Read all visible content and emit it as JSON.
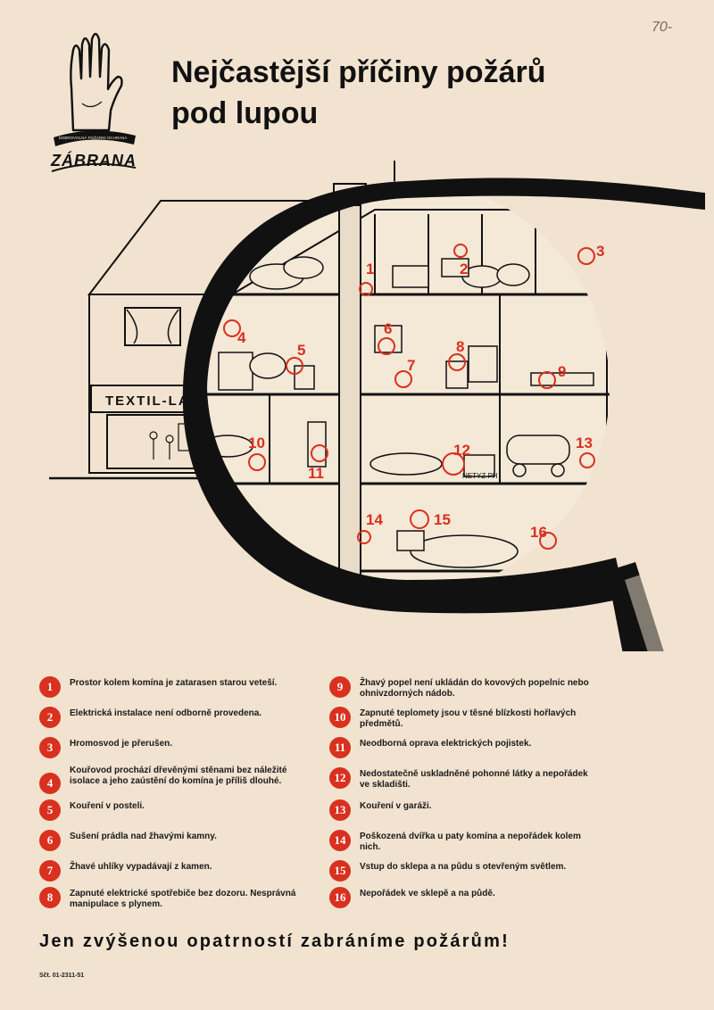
{
  "header": {
    "logo_text": "ZÁBRANA",
    "logo_subtitle": "DOBROVOLNÁ POŽÁRNÍ OCHRANA",
    "title_line1": "Nejčastější příčiny požárů",
    "title_line2": "pod lupou",
    "archive_mark": "70-"
  },
  "illustration": {
    "shop_sign": "TEXTIL-LA",
    "crate_label": "NETYZ PH",
    "numbers": [
      "1",
      "2",
      "3",
      "4",
      "5",
      "6",
      "7",
      "8",
      "9",
      "10",
      "11",
      "12",
      "13",
      "14",
      "15",
      "16"
    ]
  },
  "legend": {
    "items": [
      {
        "num": "1",
        "text": "Prostor kolem komína je zatarasen starou veteší."
      },
      {
        "num": "2",
        "text": "Elektrická instalace není odborně provedena."
      },
      {
        "num": "3",
        "text": "Hromosvod je přerušen."
      },
      {
        "num": "4",
        "text": "Kouřovod prochází dřevěnými stěnami bez náležité isolace a jeho zaústění do komína je příliš dlouhé."
      },
      {
        "num": "5",
        "text": "Kouření v posteli."
      },
      {
        "num": "6",
        "text": "Sušení prádla nad žhavými kamny."
      },
      {
        "num": "7",
        "text": "Žhavé uhlíky vypadávají z kamen."
      },
      {
        "num": "8",
        "text": "Zapnuté elektrické spotřebiče bez dozoru. Nesprávná manipulace s plynem."
      },
      {
        "num": "9",
        "text": "Žhavý popel není ukládán do kovových popelnic nebo ohnivzdorných nádob."
      },
      {
        "num": "10",
        "text": "Zapnuté teplomety jsou v těsné blízkosti hořlavých předmětů."
      },
      {
        "num": "11",
        "text": "Neodborná oprava elektrických pojistek."
      },
      {
        "num": "12",
        "text": "Nedostatečně uskladněné pohonné látky a nepořádek ve skladišti."
      },
      {
        "num": "13",
        "text": "Kouření v garáži."
      },
      {
        "num": "14",
        "text": "Poškozená dvířka u paty komína a nepořádek kolem nich."
      },
      {
        "num": "15",
        "text": "Vstup do sklepa a na půdu s otevřeným světlem."
      },
      {
        "num": "16",
        "text": "Nepořádek ve sklepě a na půdě."
      }
    ]
  },
  "footer": {
    "slogan": "Jen zvýšenou opatrností zabráníme požárům!",
    "code": "Sčt. 01-2311-51"
  },
  "colors": {
    "accent_red": "#d9301f",
    "paper": "#f1e3cf",
    "ink": "#111111"
  }
}
